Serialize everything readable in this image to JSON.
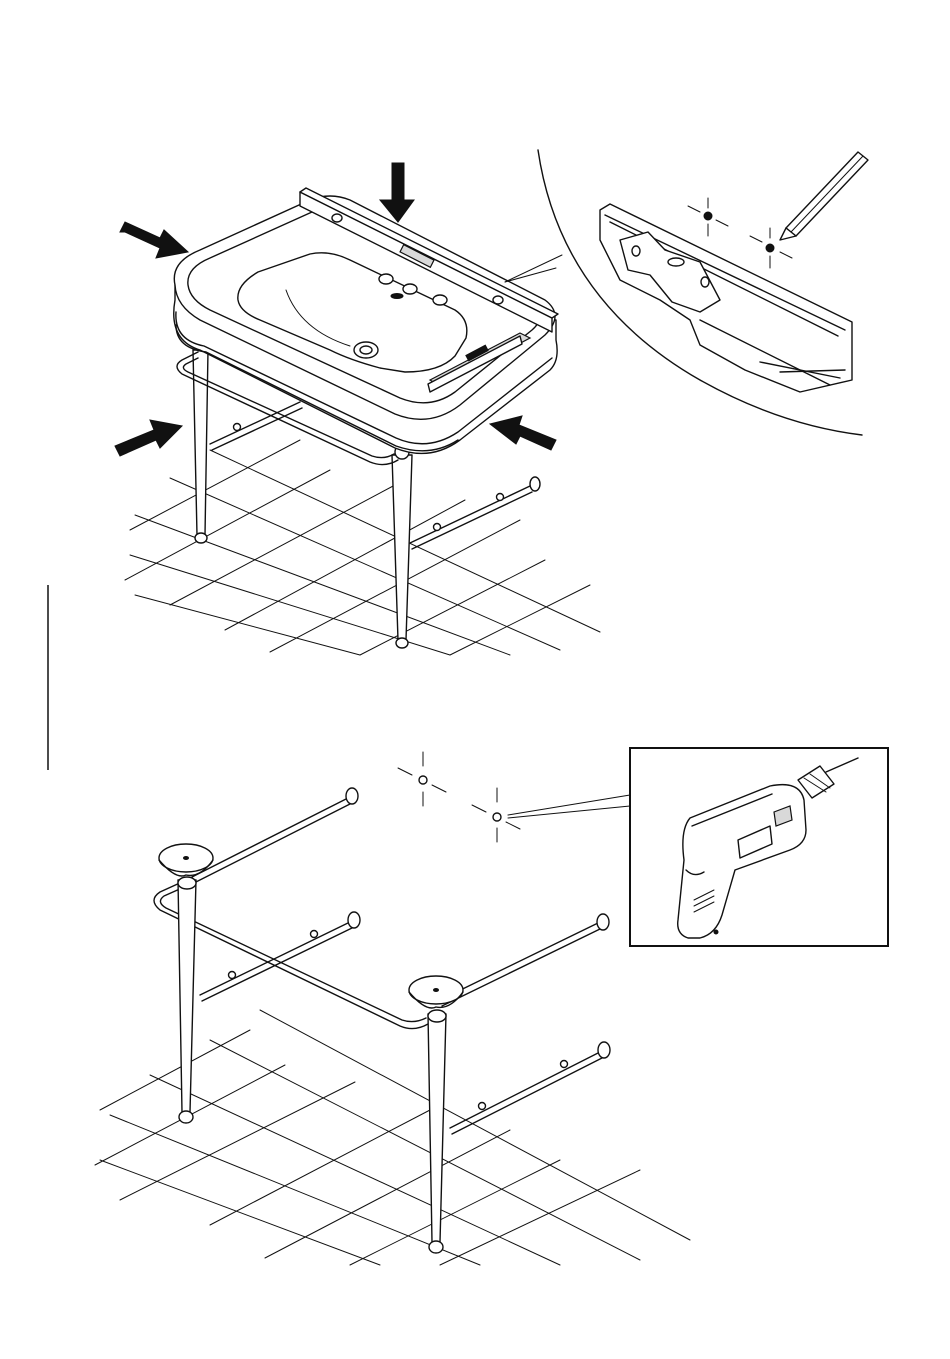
{
  "figure": {
    "panels": [
      {
        "id": "step-1",
        "subject": "basin-on-stand-with-spirit-level-and-marking-detail"
      },
      {
        "id": "step-2",
        "subject": "stand-frame-with-marked-holes-and-drill-detail"
      }
    ],
    "icons": [
      "arrow-icon",
      "pencil-icon",
      "spirit-level-icon",
      "drill-icon"
    ],
    "colors": {
      "line": "#111111",
      "background": "#ffffff",
      "shade": "#d9d9d9"
    }
  }
}
